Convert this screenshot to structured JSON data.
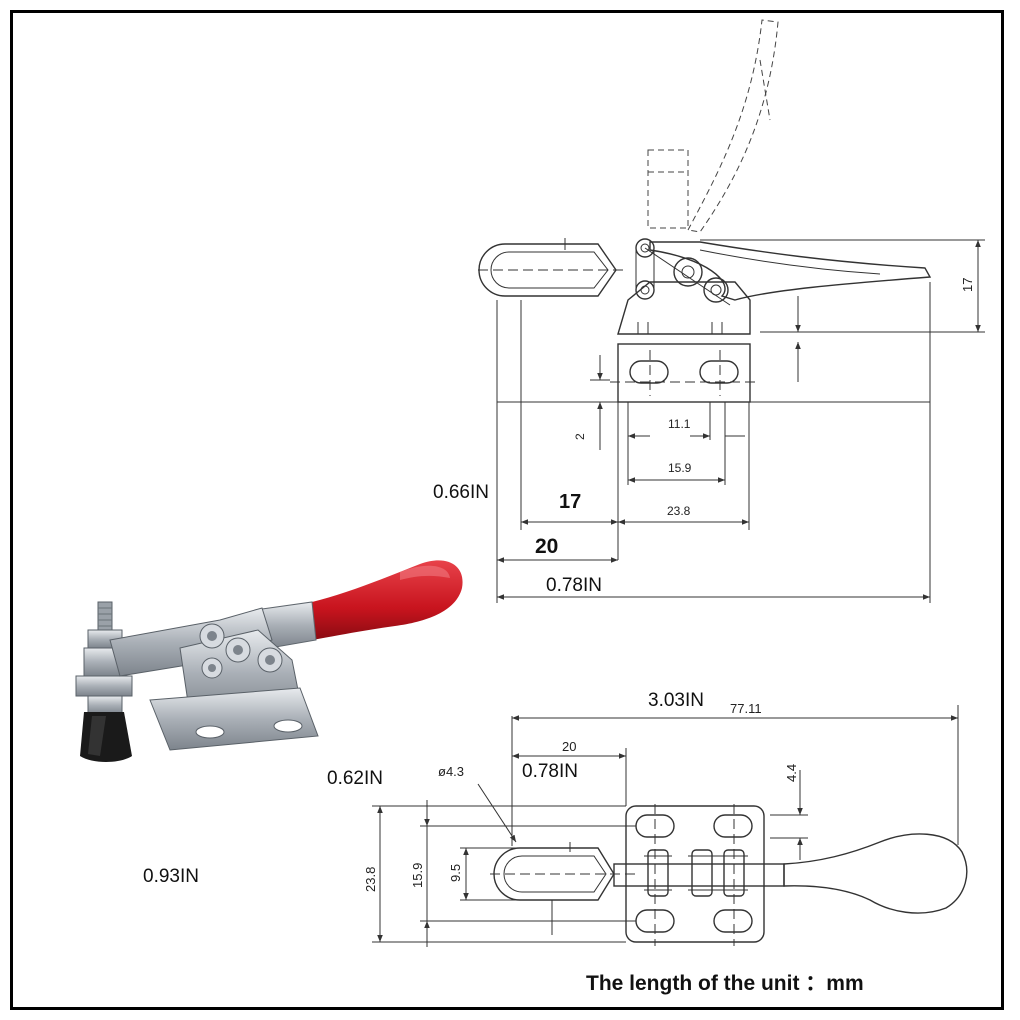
{
  "dimensions_mm": {
    "height_17": "17",
    "d2": "2",
    "d11_1": "11.1",
    "d15_9_side": "15.9",
    "d17": "17",
    "d23_8_side": "23.8",
    "d20_side": "20",
    "d77_11": "77.11",
    "d20_top": "20",
    "d4_4": "4.4",
    "hole": "ø4.3",
    "d23_8_top": "23.8",
    "d15_9_top": "15.9",
    "d9_5": "9.5"
  },
  "dimensions_in": {
    "in_0_66": "0.66IN",
    "in_0_78_side": "0.78IN",
    "in_3_03": "3.03IN",
    "in_0_62": "0.62IN",
    "in_0_78_top": "0.78IN",
    "in_0_93": "0.93IN"
  },
  "unit_note": "The length of the unit ：mm",
  "colors": {
    "handle_red": "#c8141e",
    "metal": "#b9bec4",
    "rubber_tip": "#1a1a1a"
  }
}
